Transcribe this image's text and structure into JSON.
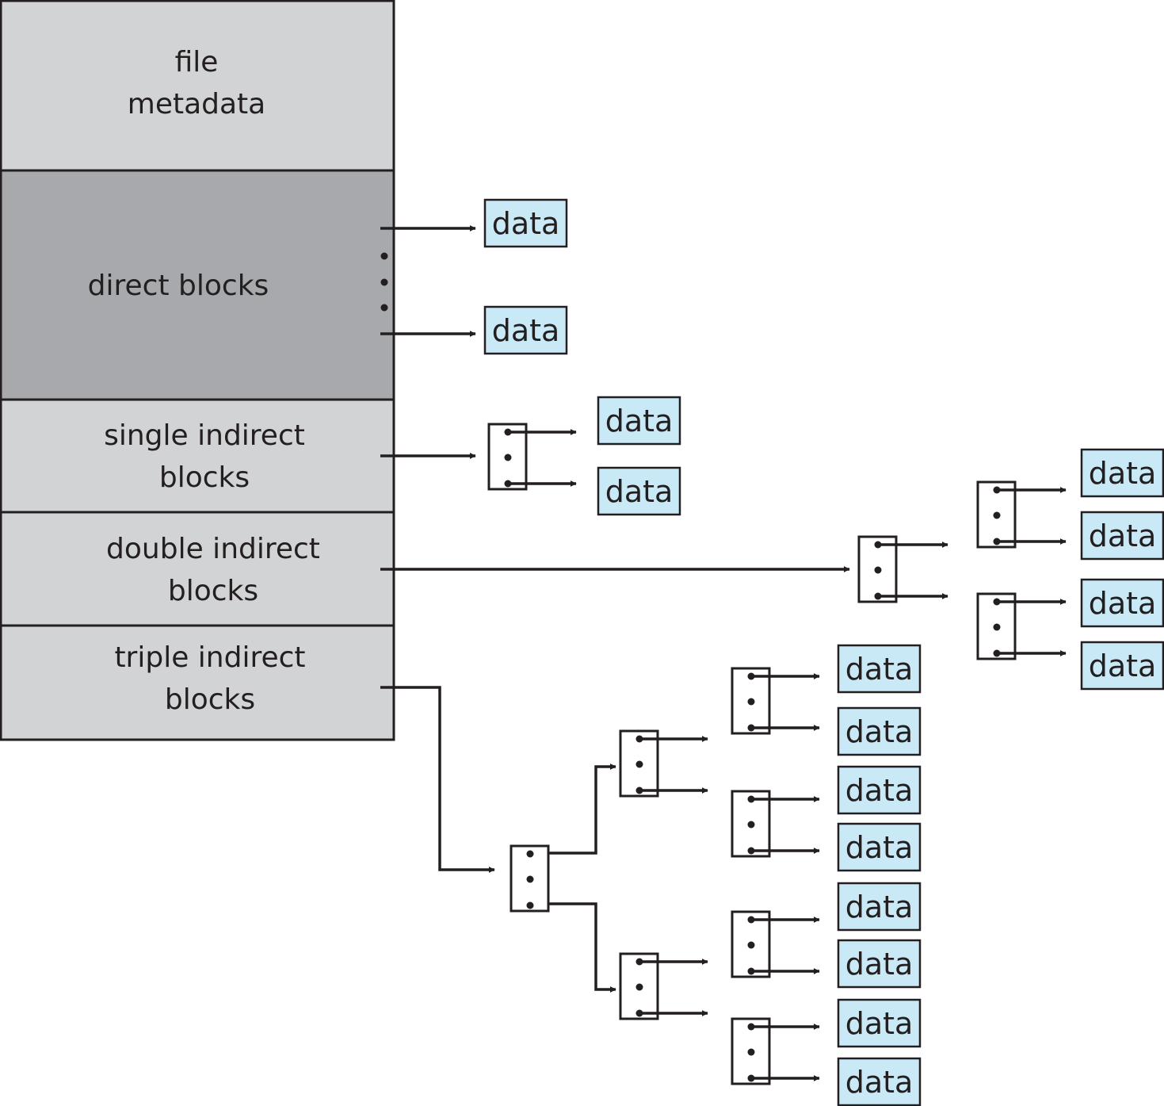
{
  "sections": [
    {
      "id": "file-metadata",
      "lines": [
        "file",
        "metadata"
      ]
    },
    {
      "id": "direct-blocks",
      "lines": [
        "direct blocks"
      ]
    },
    {
      "id": "single-indirect-blocks",
      "lines": [
        "single indirect",
        "blocks"
      ]
    },
    {
      "id": "double-indirect-blocks",
      "lines": [
        "double indirect",
        "blocks"
      ]
    },
    {
      "id": "triple-indirect-blocks",
      "lines": [
        "triple indirect",
        "blocks"
      ]
    }
  ],
  "data_block_label": "data",
  "colors": {
    "metadata_fill": "#d1d3d4",
    "direct_fill": "#a7a9ac",
    "indirect_fill": "#d1d3d4",
    "data_fill": "#c9e9f7",
    "stroke": "#231f20",
    "background": "#ffffff"
  }
}
